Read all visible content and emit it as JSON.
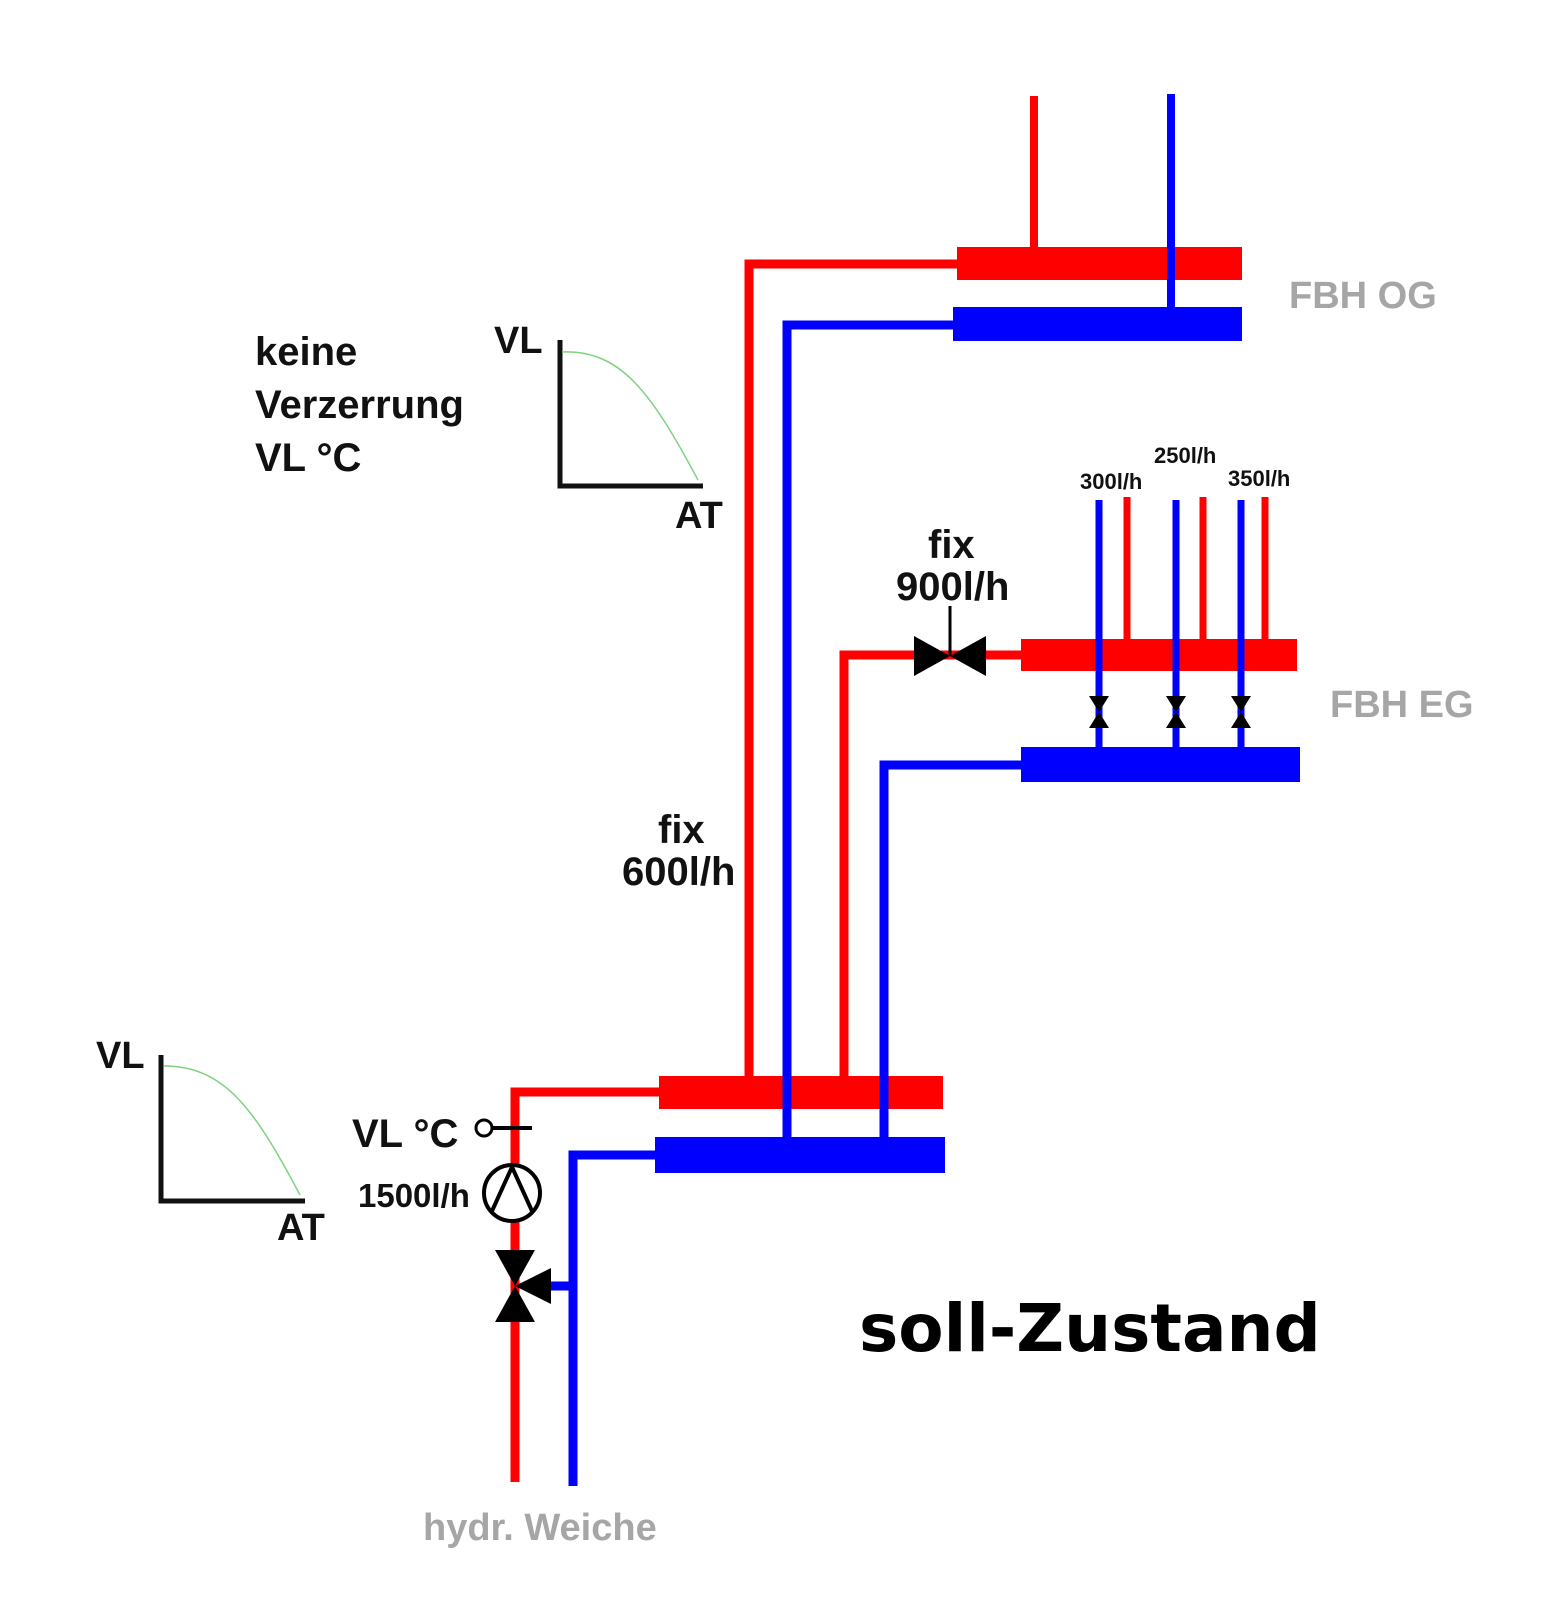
{
  "colors": {
    "supply": "#ff0000",
    "return": "#0000ff",
    "label_grey": "#a6a6a6",
    "curve": "#7fd17f",
    "text": "#111111"
  },
  "title": "soll-Zustand",
  "labels": {
    "fbh_og": "FBH OG",
    "fbh_eg": "FBH EG",
    "hydraulic_separator": "hydr. Weiche",
    "no_distortion": [
      "keine",
      "Verzerrung",
      "VL °C"
    ],
    "fix_600": [
      "fix",
      "600l/h"
    ],
    "fix_900": [
      "fix",
      "900l/h"
    ],
    "pump_sensor": "VL °C",
    "pump_flow": "1500l/h",
    "circuit_flows": [
      "300l/h",
      "250l/h",
      "350l/h"
    ]
  },
  "heating_curves": [
    {
      "y_axis": "VL",
      "x_axis": "AT",
      "icon": "heating-curve-icon"
    },
    {
      "y_axis": "VL",
      "x_axis": "AT",
      "icon": "heating-curve-icon"
    }
  ],
  "icons": [
    "pump-icon",
    "temperature-sensor-icon",
    "mixing-valve-icon",
    "balancing-valve-icon",
    "check-valve-icon"
  ]
}
